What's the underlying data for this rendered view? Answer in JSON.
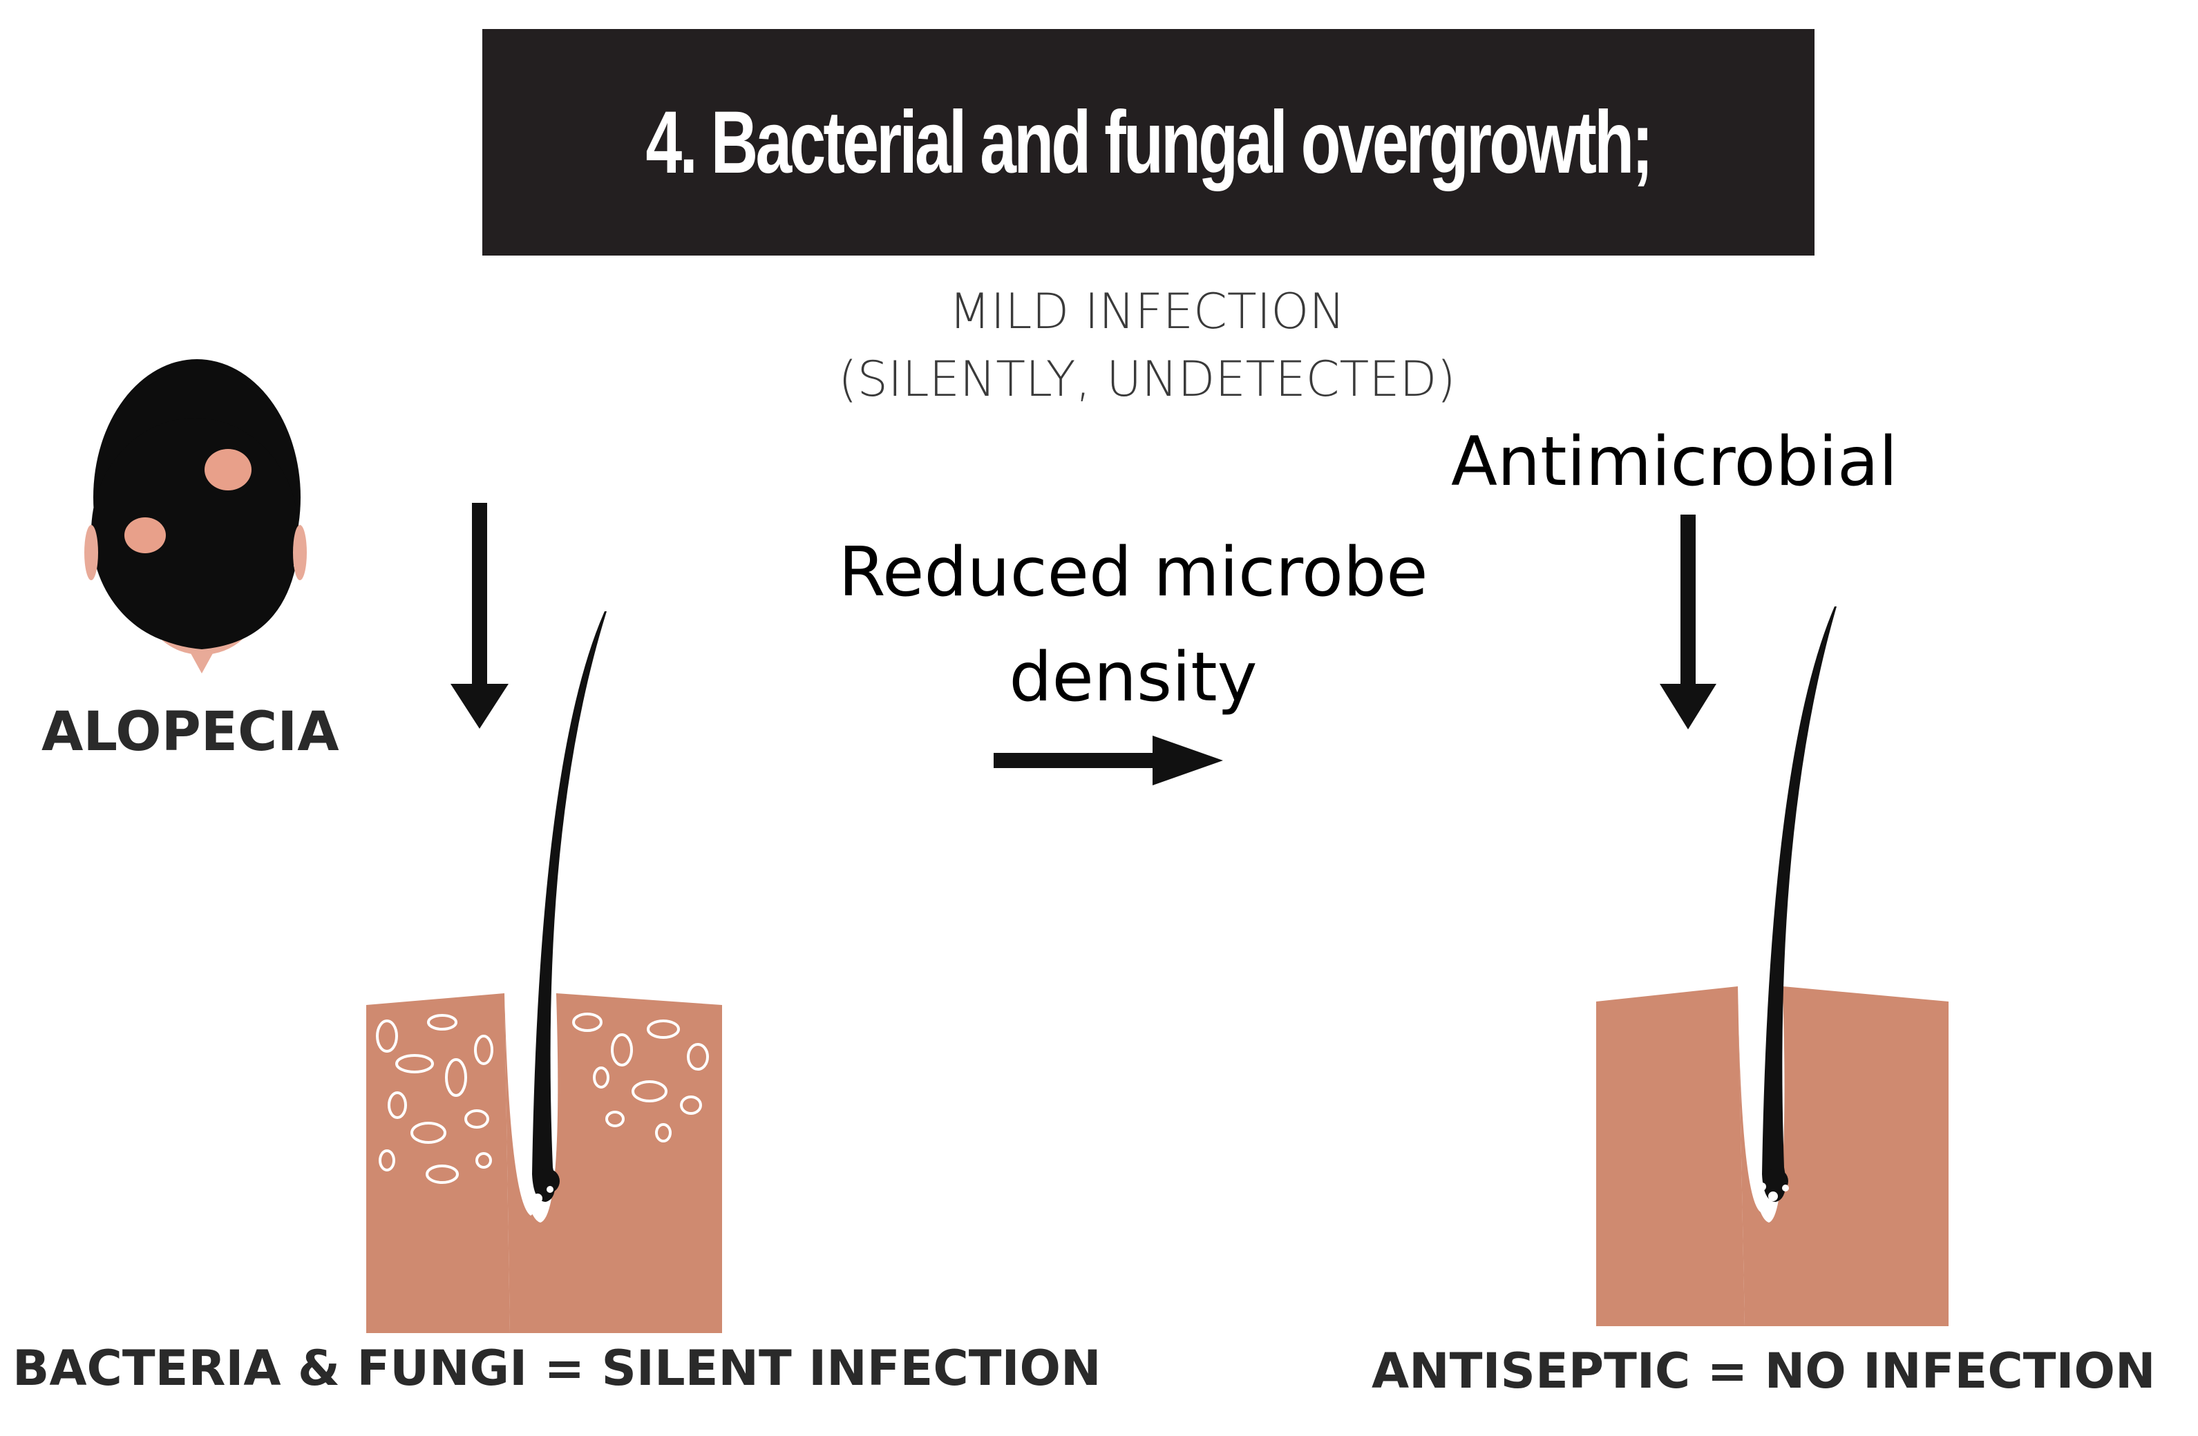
{
  "title": "4. Bacterial and fungal overgrowth;",
  "subtitle": {
    "line1": "MILD INFECTION",
    "line2": "(SILENTLY, UNDETECTED)"
  },
  "left_panel": {
    "head_label": "ALOPECIA",
    "caption": "BACTERIA & FUNGI = SILENT INFECTION"
  },
  "middle": {
    "line1": "Reduced microbe",
    "line2": "density"
  },
  "right_panel": {
    "arrow_label": "Antimicrobial",
    "caption": "ANTISEPTIC = NO INFECTION"
  },
  "colors": {
    "banner": "#231f20",
    "skin": "#cf8a70",
    "hair": "#111111",
    "text": "#2a2a2a"
  }
}
